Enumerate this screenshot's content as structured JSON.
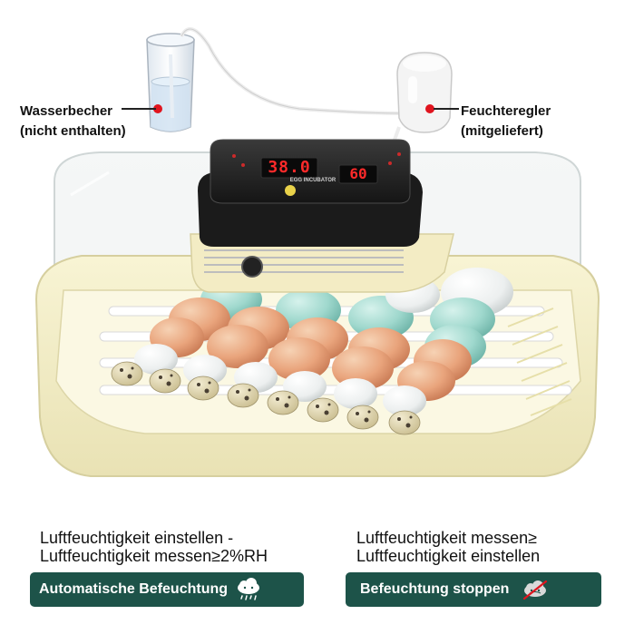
{
  "callouts": {
    "water_cup_line1": "Wasserbecher",
    "water_cup_line2": "(nicht enthalten)",
    "humidity_regulator_line1": "Feuchteregler",
    "humidity_regulator_line2": "(mitgeliefert)"
  },
  "display": {
    "temperature": "38.0",
    "humidity": "60",
    "product_label": "EGG INCUBATOR"
  },
  "left_panel": {
    "line1": "Luftfeuchtigkeit einstellen -",
    "line2": "Luftfeuchtigkeit messen≥2%RH",
    "badge_label": "Automatische Befeuchtung",
    "badge_icon": "rain-cloud-icon"
  },
  "right_panel": {
    "line1": "Luftfeuchtigkeit messen≥",
    "line2": "Luftfeuchtigkeit einstellen",
    "badge_label": "Befeuchtung stoppen",
    "badge_icon": "cloud-no-rain-icon"
  },
  "colors": {
    "badge_bg": "#1d5349",
    "marker_red": "#e0141e",
    "display_red": "#ff2a2a",
    "incubator_base": "#f5f0c8"
  }
}
